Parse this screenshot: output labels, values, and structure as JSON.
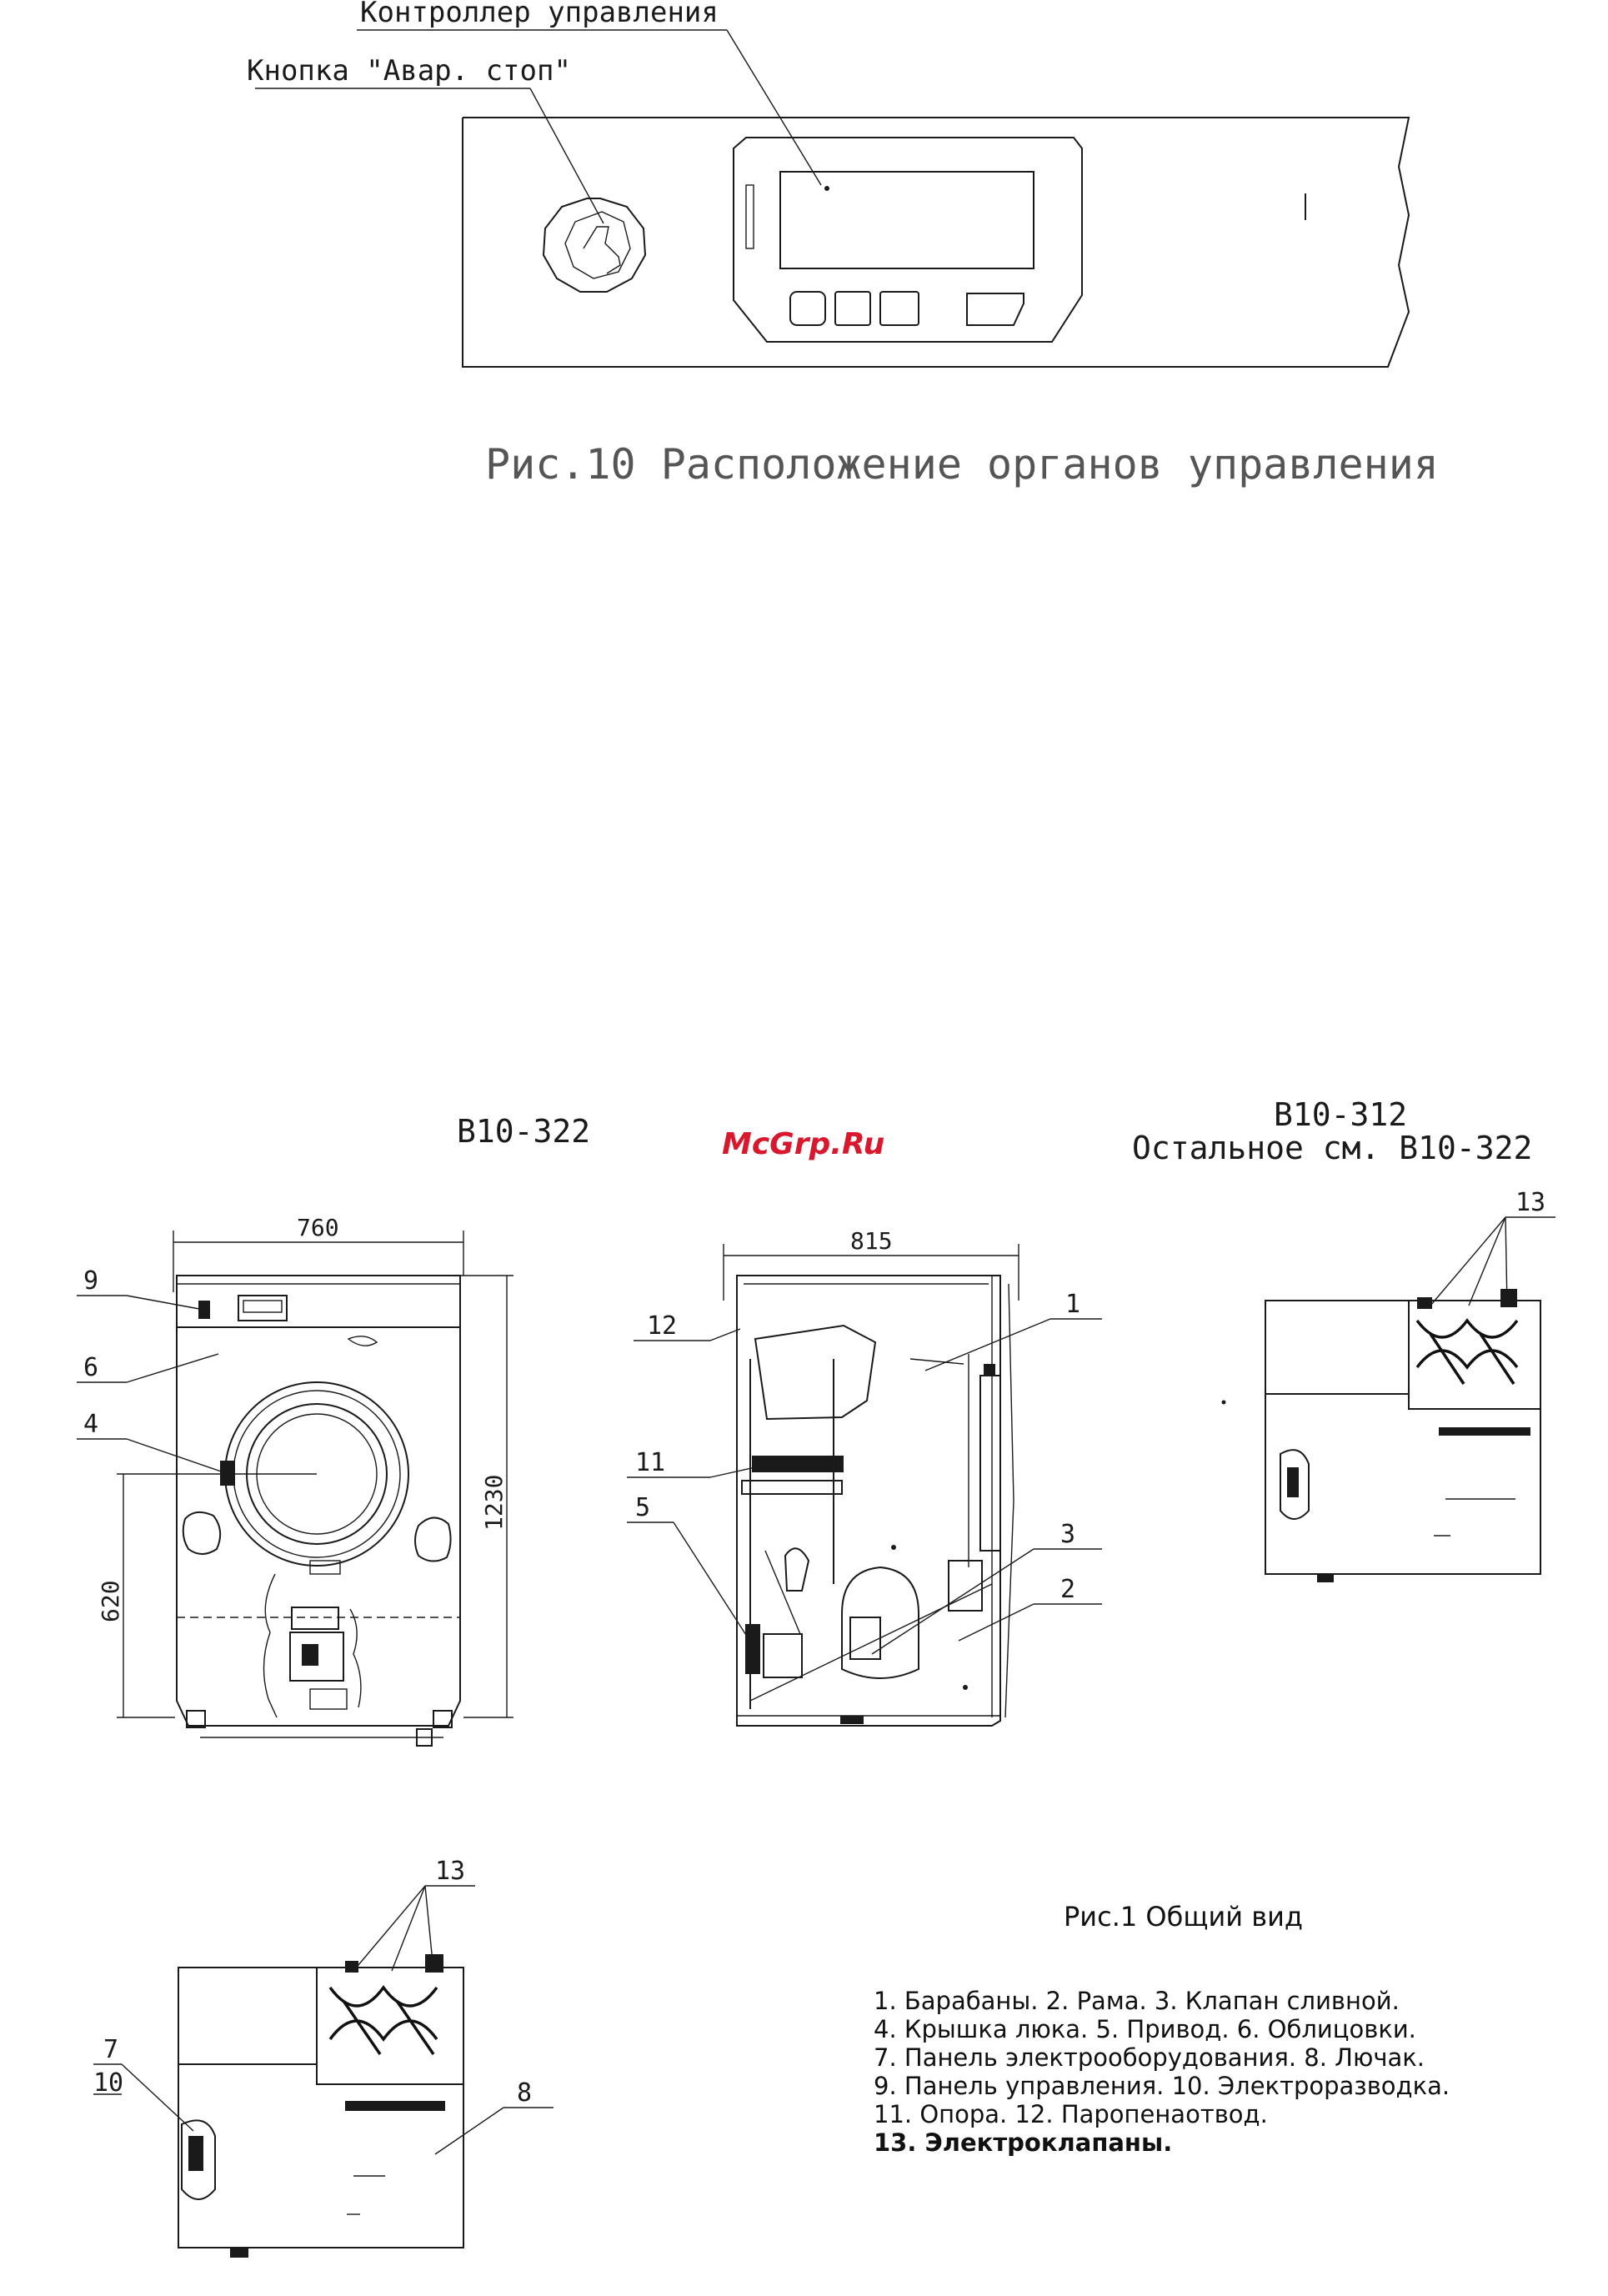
{
  "fig10": {
    "label_controller": "Контроллер управления",
    "label_emergency_button": "Кнопка \"Авар. стоп\"",
    "caption": "Рис.10 Расположение органов управления"
  },
  "watermark": "McGrp.Ru",
  "fig1": {
    "model_front": "В10-322",
    "model_rear_title": "В10-312",
    "model_rear_note": "Остальное см. В10-322",
    "dim_width_front": "760",
    "dim_width_side": "815",
    "dim_height": "1230",
    "dim_door_height": "620",
    "callouts": {
      "c1": "1",
      "c2": "2",
      "c3": "3",
      "c4": "4",
      "c5": "5",
      "c6": "6",
      "c7": "7",
      "c8": "8",
      "c9": "9",
      "c10": "10",
      "c11": "11",
      "c12": "12",
      "c13a": "13",
      "c13b": "13"
    },
    "caption": "Рис.1  Общий вид",
    "legend": [
      "1. Барабаны.  2. Рама.  3. Клапан сливной.",
      "4. Крышка люка.  5. Привод. 6. Облицовки.",
      "7. Панель электрооборудования. 8. Лючак.",
      "9. Панель управления. 10. Электроразводка.",
      "11. Опора. 12. Паропенаотвод.",
      "13. Электроклапаны."
    ]
  }
}
